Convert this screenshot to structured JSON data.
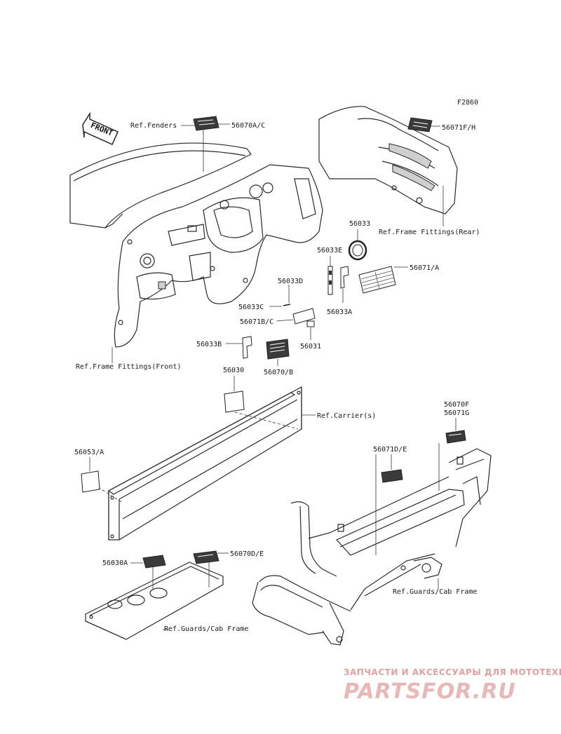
{
  "figure_code": "F2860",
  "front_label": "FRONT",
  "labels": {
    "ref_fenders": "Ref.Fenders",
    "p56070ac": "56070A/C",
    "p56071fh": "56071F/H",
    "ref_frame_rear": "Ref.Frame Fittings(Rear)",
    "p56033": "56033",
    "p56033e": "56033E",
    "p56071a": "56071/A",
    "p56033d": "56033D",
    "p56033c": "56033C",
    "p56071bc": "56071B/C",
    "p56033a": "56033A",
    "p56033b": "56033B",
    "p56031": "56031",
    "p56070b": "56070/B",
    "ref_frame_front": "Ref.Frame Fittings(Front)",
    "p56030": "56030",
    "ref_carriers": "Ref.Carrier(s)",
    "p56070f": "56070F",
    "p56071g": "56071G",
    "p56053a": "56053/A",
    "p56071de": "56071D/E",
    "p56070de": "56070D/E",
    "p56030a": "56030A",
    "ref_guards_cab_right": "Ref.Guards/Cab Frame",
    "ref_guards_cab_left": "Ref.Guards/Cab Frame"
  },
  "watermark": {
    "tagline": "ЗАПЧАСТИ И АКСЕССУАРЫ ДЛЯ МОТОТЕХНИКИ",
    "brand": "PARTSFOR.RU"
  }
}
